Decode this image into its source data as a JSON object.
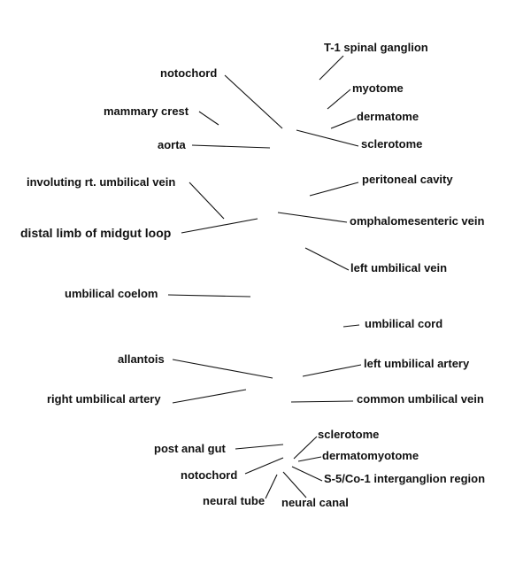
{
  "labels": {
    "t1_spinal_ganglion": "T-1 spinal ganglion",
    "notochord_upper": "notochord",
    "myotome": "myotome",
    "mammary_crest": "mammary crest",
    "dermatome": "dermatome",
    "aorta": "aorta",
    "sclerotome_upper": "sclerotome",
    "involuting_rt_umbilical_vein": "involuting rt. umbilical vein",
    "peritoneal_cavity": "peritoneal cavity",
    "omphalomesenteric_vein": "omphalomesenteric vein",
    "distal_limb_midgut_loop": "distal limb of midgut loop",
    "left_umbilical_vein": "left umbilical vein",
    "umbilical_coelom": "umbilical coelom",
    "umbilical_cord": "umbilical cord",
    "allantois": "allantois",
    "left_umbilical_artery": "left umbilical artery",
    "right_umbilical_artery": "right umbilical artery",
    "common_umbilical_vein": "common umbilical vein",
    "sclerotome_lower": "sclerotome",
    "post_anal_gut": "post anal gut",
    "dermatomyotome": "dermatomyotome",
    "notochord_lower": "notochord",
    "s5_co1_interganglion_region": "S-5/Co-1 interganglion region",
    "neural_tube": "neural tube",
    "neural_canal": "neural canal"
  }
}
